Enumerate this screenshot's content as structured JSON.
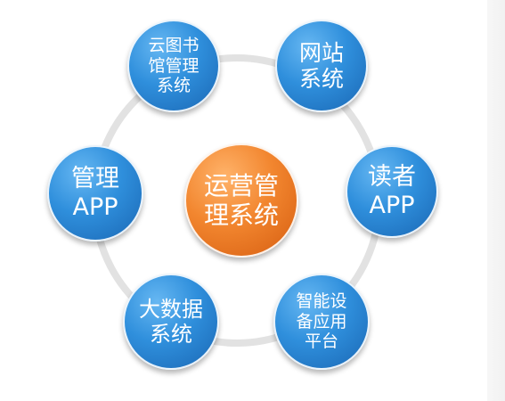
{
  "diagram": {
    "center": {
      "lines": [
        "运营管",
        "理系统"
      ]
    },
    "nodes": [
      {
        "id": "cloud-library",
        "lines": [
          "云图书",
          "馆管理",
          "系统"
        ]
      },
      {
        "id": "website",
        "lines": [
          "网站",
          "系统"
        ]
      },
      {
        "id": "reader-app",
        "lines": [
          "读者",
          "APP"
        ]
      },
      {
        "id": "smart-device",
        "lines": [
          "智能设",
          "备应用",
          "平台"
        ]
      },
      {
        "id": "big-data",
        "lines": [
          "大数据",
          "系统"
        ]
      },
      {
        "id": "admin-app",
        "lines": [
          "管理",
          "APP"
        ]
      }
    ],
    "colors": {
      "center": "#f07a25",
      "node": "#2f8fdc",
      "ring": "#e6e6e6"
    }
  }
}
